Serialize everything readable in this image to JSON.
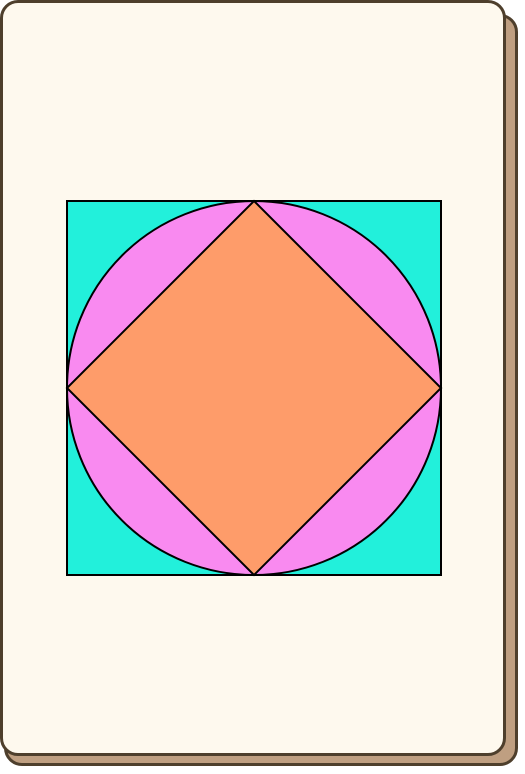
{
  "card": {
    "face_color": "#fef9ee",
    "back_color": "#bf9f81",
    "border_color": "#4e3f2c"
  },
  "figure": {
    "shapes": [
      "square",
      "circle",
      "diamond"
    ],
    "square_color": "#22f0db",
    "circle_color": "#f98af0",
    "diamond_color": "#fe9c6a",
    "stroke_color": "#000000"
  }
}
